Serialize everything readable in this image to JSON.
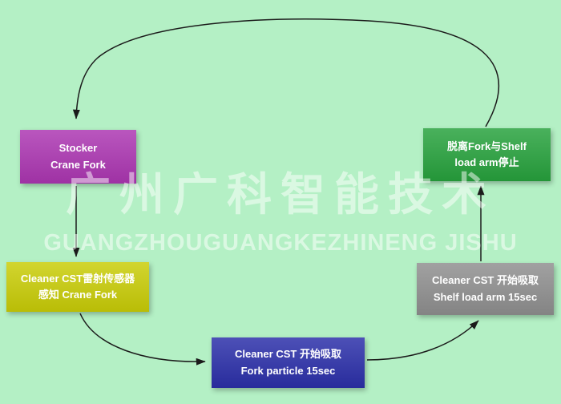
{
  "colors": {
    "background": "#b4f0c5",
    "arrow": "#1b1b1b",
    "node_stocker": "#ac36b2",
    "node_sensor": "#c9cd07",
    "node_fork": "#2b2fa9",
    "node_shelf": "#8f8f8f",
    "node_detach": "#27a23d"
  },
  "watermark": {
    "line1": "广州广科智能技术",
    "line2": "GUANGZHOUGUANGKEZHINENG JISHU"
  },
  "nodes": [
    {
      "name": "stocker-crane-fork",
      "line1": "Stocker",
      "line2": "Crane Fork",
      "color": "#ac36b2"
    },
    {
      "name": "cleaner-cst-laser-sensor",
      "line1": "Cleaner CST雷射传感器",
      "line2": "感知 Crane Fork",
      "color": "#c9cd07"
    },
    {
      "name": "cleaner-cst-fork-particle",
      "line1": "Cleaner CST 开始吸取",
      "line2": "Fork particle 15sec",
      "color": "#2b2fa9"
    },
    {
      "name": "cleaner-cst-shelf-load-arm",
      "line1": "Cleaner CST 开始吸取",
      "line2": "Shelf load arm 15sec",
      "color": "#8f8f8f"
    },
    {
      "name": "detach-fork-shelf-stop",
      "line1": "脱离Fork与Shelf",
      "line2": "load arm停止",
      "color": "#27a23d"
    }
  ]
}
